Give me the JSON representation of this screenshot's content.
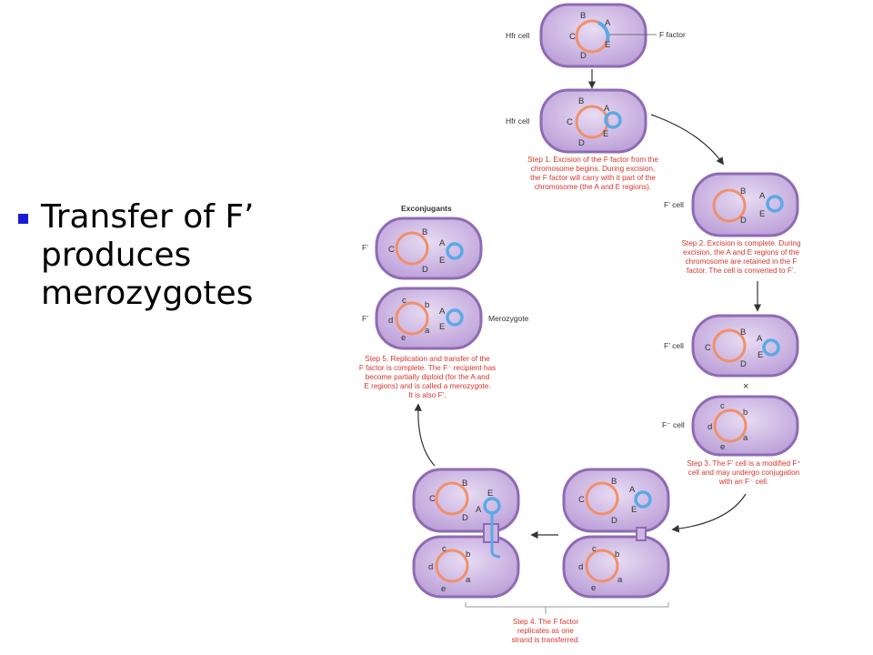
{
  "slide": {
    "bullet_lines": [
      "Transfer of F’",
      "produces",
      "merozygotes"
    ]
  },
  "labels": {
    "hfr_cell": "Hfr cell",
    "f_factor": "F factor",
    "f_prime_cell": "F’ cell",
    "f_minus_cell": "F⁻ cell",
    "exconjugants": "Exconjugants",
    "f_prime": "F’",
    "merozygote": "Merozygote",
    "cross": "×"
  },
  "genes": {
    "upper": [
      "A",
      "B",
      "C",
      "D",
      "E"
    ],
    "lower": [
      "a",
      "b",
      "c",
      "d",
      "e"
    ]
  },
  "steps": {
    "step1": [
      "Step 1. Excision of the F factor from the",
      "chromosome begins. During excision,",
      "the F factor will carry with it part of the",
      "chromosome (the A and E regions)."
    ],
    "step2": [
      "Step 2. Excision is complete. During",
      "excision, the A and E regions of the",
      "chromosome are retained in the F",
      "factor. The cell is converted to F’."
    ],
    "step3": [
      "Step 3. The F’ cell is a modified F⁺",
      "cell and may undergo conjugation",
      "with an F⁻ cell."
    ],
    "step4": [
      "Step 4. The F factor",
      "replicates as one",
      "strand is transferred."
    ],
    "step5": [
      "Step 5. Replication and transfer of the",
      "F factor is complete. The F⁻ recipient has",
      "become partially diploid (for the A and",
      "E regions) and is called a merozygote.",
      "It is also F’."
    ]
  },
  "colors": {
    "bullet": "#1b1bd6",
    "step_text": "#d9342b",
    "cell_fill": "#cdb4e3",
    "cell_border": "#8e6bb3",
    "chromosome": "#f0906a",
    "plasmid": "#5aa9e6"
  }
}
